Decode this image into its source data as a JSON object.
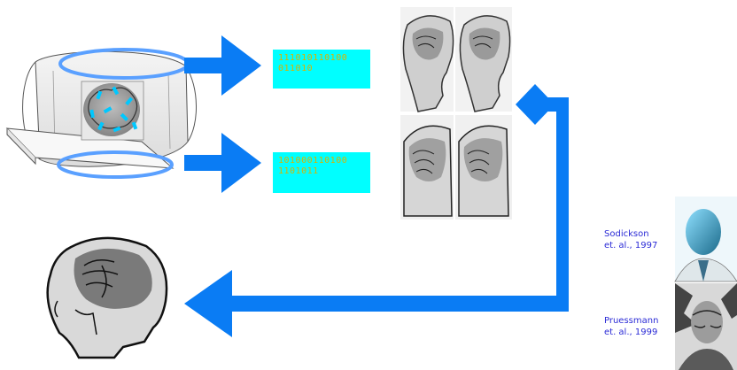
{
  "binary": {
    "top": [
      "111010110100",
      "011010"
    ],
    "bottom": [
      "101000110100",
      "1101011"
    ]
  },
  "citations": [
    {
      "author": "Sodickson",
      "year": "et. al., 1997"
    },
    {
      "author": "Pruessmann",
      "year": "et. al., 1999"
    }
  ],
  "colors": {
    "arrow": "#0a7cf4",
    "binary_bg": "#00ffff",
    "binary_text": "#d8b400",
    "citation_text": "#2b2bd6",
    "coil": "#5aa0ff"
  },
  "icons": {
    "scanner": "mri-scanner-icon",
    "coil": "receiver-coil-icon",
    "slices": "mri-slice-icon",
    "portrait": "portrait-photo-icon",
    "diamond": "diamond-node-icon"
  }
}
